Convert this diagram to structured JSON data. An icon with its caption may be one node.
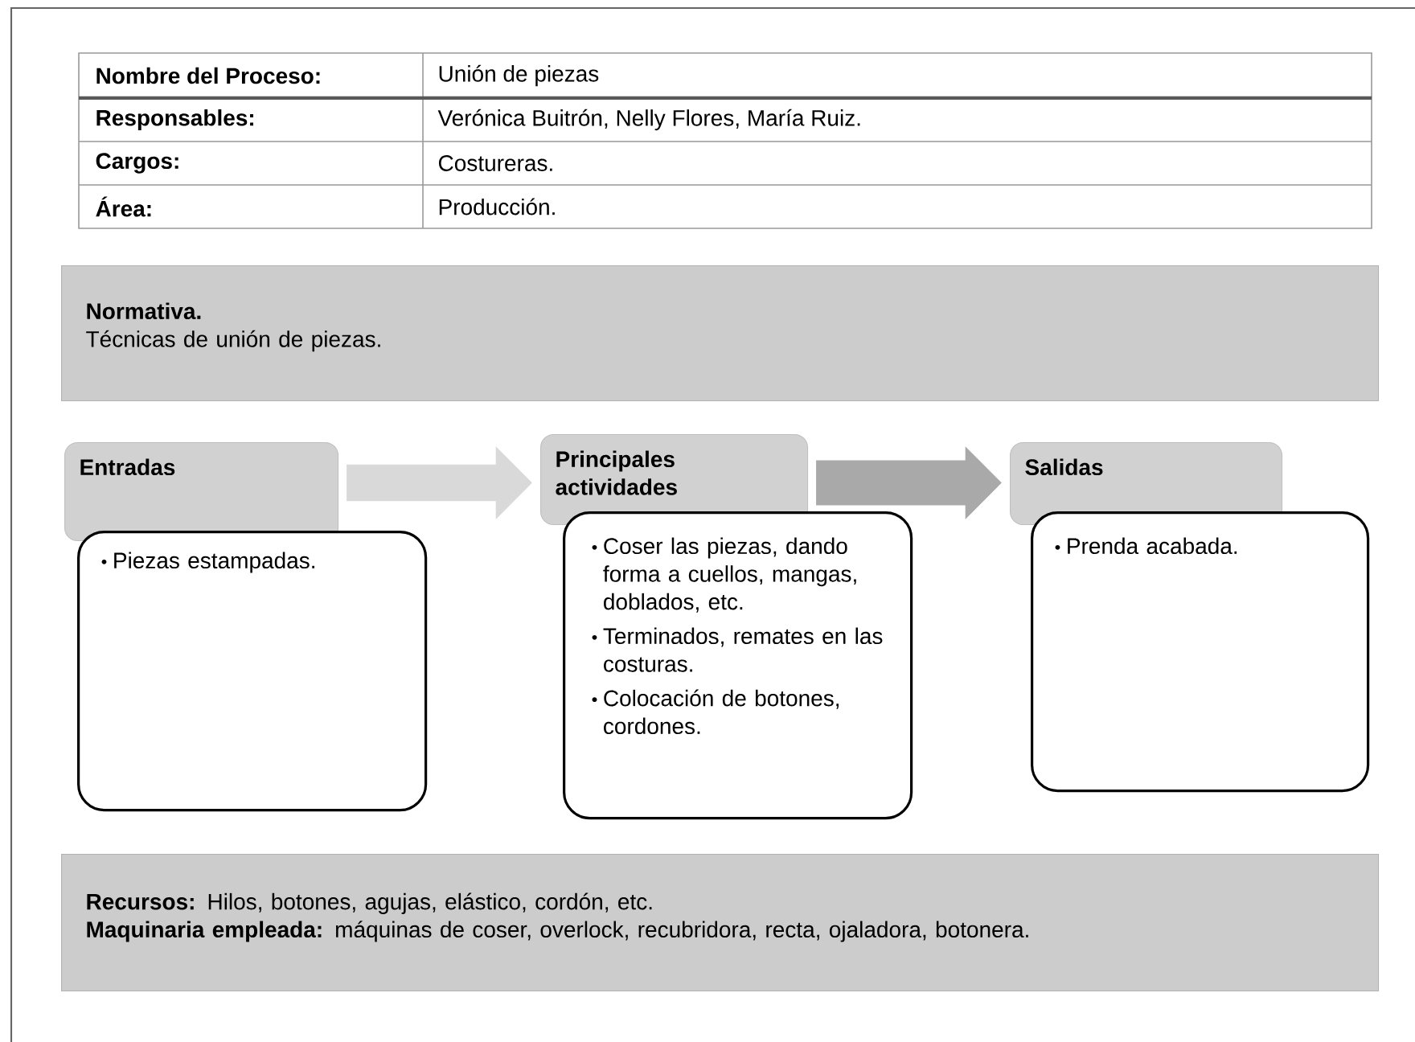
{
  "diagram": {
    "nodes": [
      {
        "text": [
          "Normativa.",
          "Técnicas de unión de piezas."
        ]
      },
      {
        "text": [
          "Entradas"
        ]
      },
      {
        "text": [
          "Piezas estampadas."
        ]
      },
      {
        "text": [
          "Principales actividades"
        ]
      },
      {
        "text": [
          "Coser las piezas, dando forma a cuellos, mangas, doblados, etc.",
          "Terminados, remates en las costuras.",
          "Colocación de botones, cordones."
        ]
      },
      {
        "text": [
          "Salidas"
        ]
      },
      {
        "text": [
          "Prenda acabada."
        ]
      },
      {
        "text": [
          "**Recursos:** Hilos, botones, agujas, elástico, cordón, etc.",
          "**Maquinaria empleada:** máquinas de coser, overlock, recubridora, recta, ojaladora, botonera."
        ]
      }
    ],
    "edges": [
      {
        "from": 1,
        "to": 3,
        "arrow": "to",
        "color": "#d9d9d9"
      },
      {
        "from": 3,
        "to": 5,
        "arrow": "to",
        "color": "#a9a9a9"
      }
    ],
    "labels": [
      "Nombre del Proceso:",
      "Unión de piezas",
      "Responsables:",
      "Verónica Buitrón, Nelly Flores, María Ruiz.",
      "Cargos:",
      "Costureras.",
      "Área:",
      "Producción."
    ]
  }
}
